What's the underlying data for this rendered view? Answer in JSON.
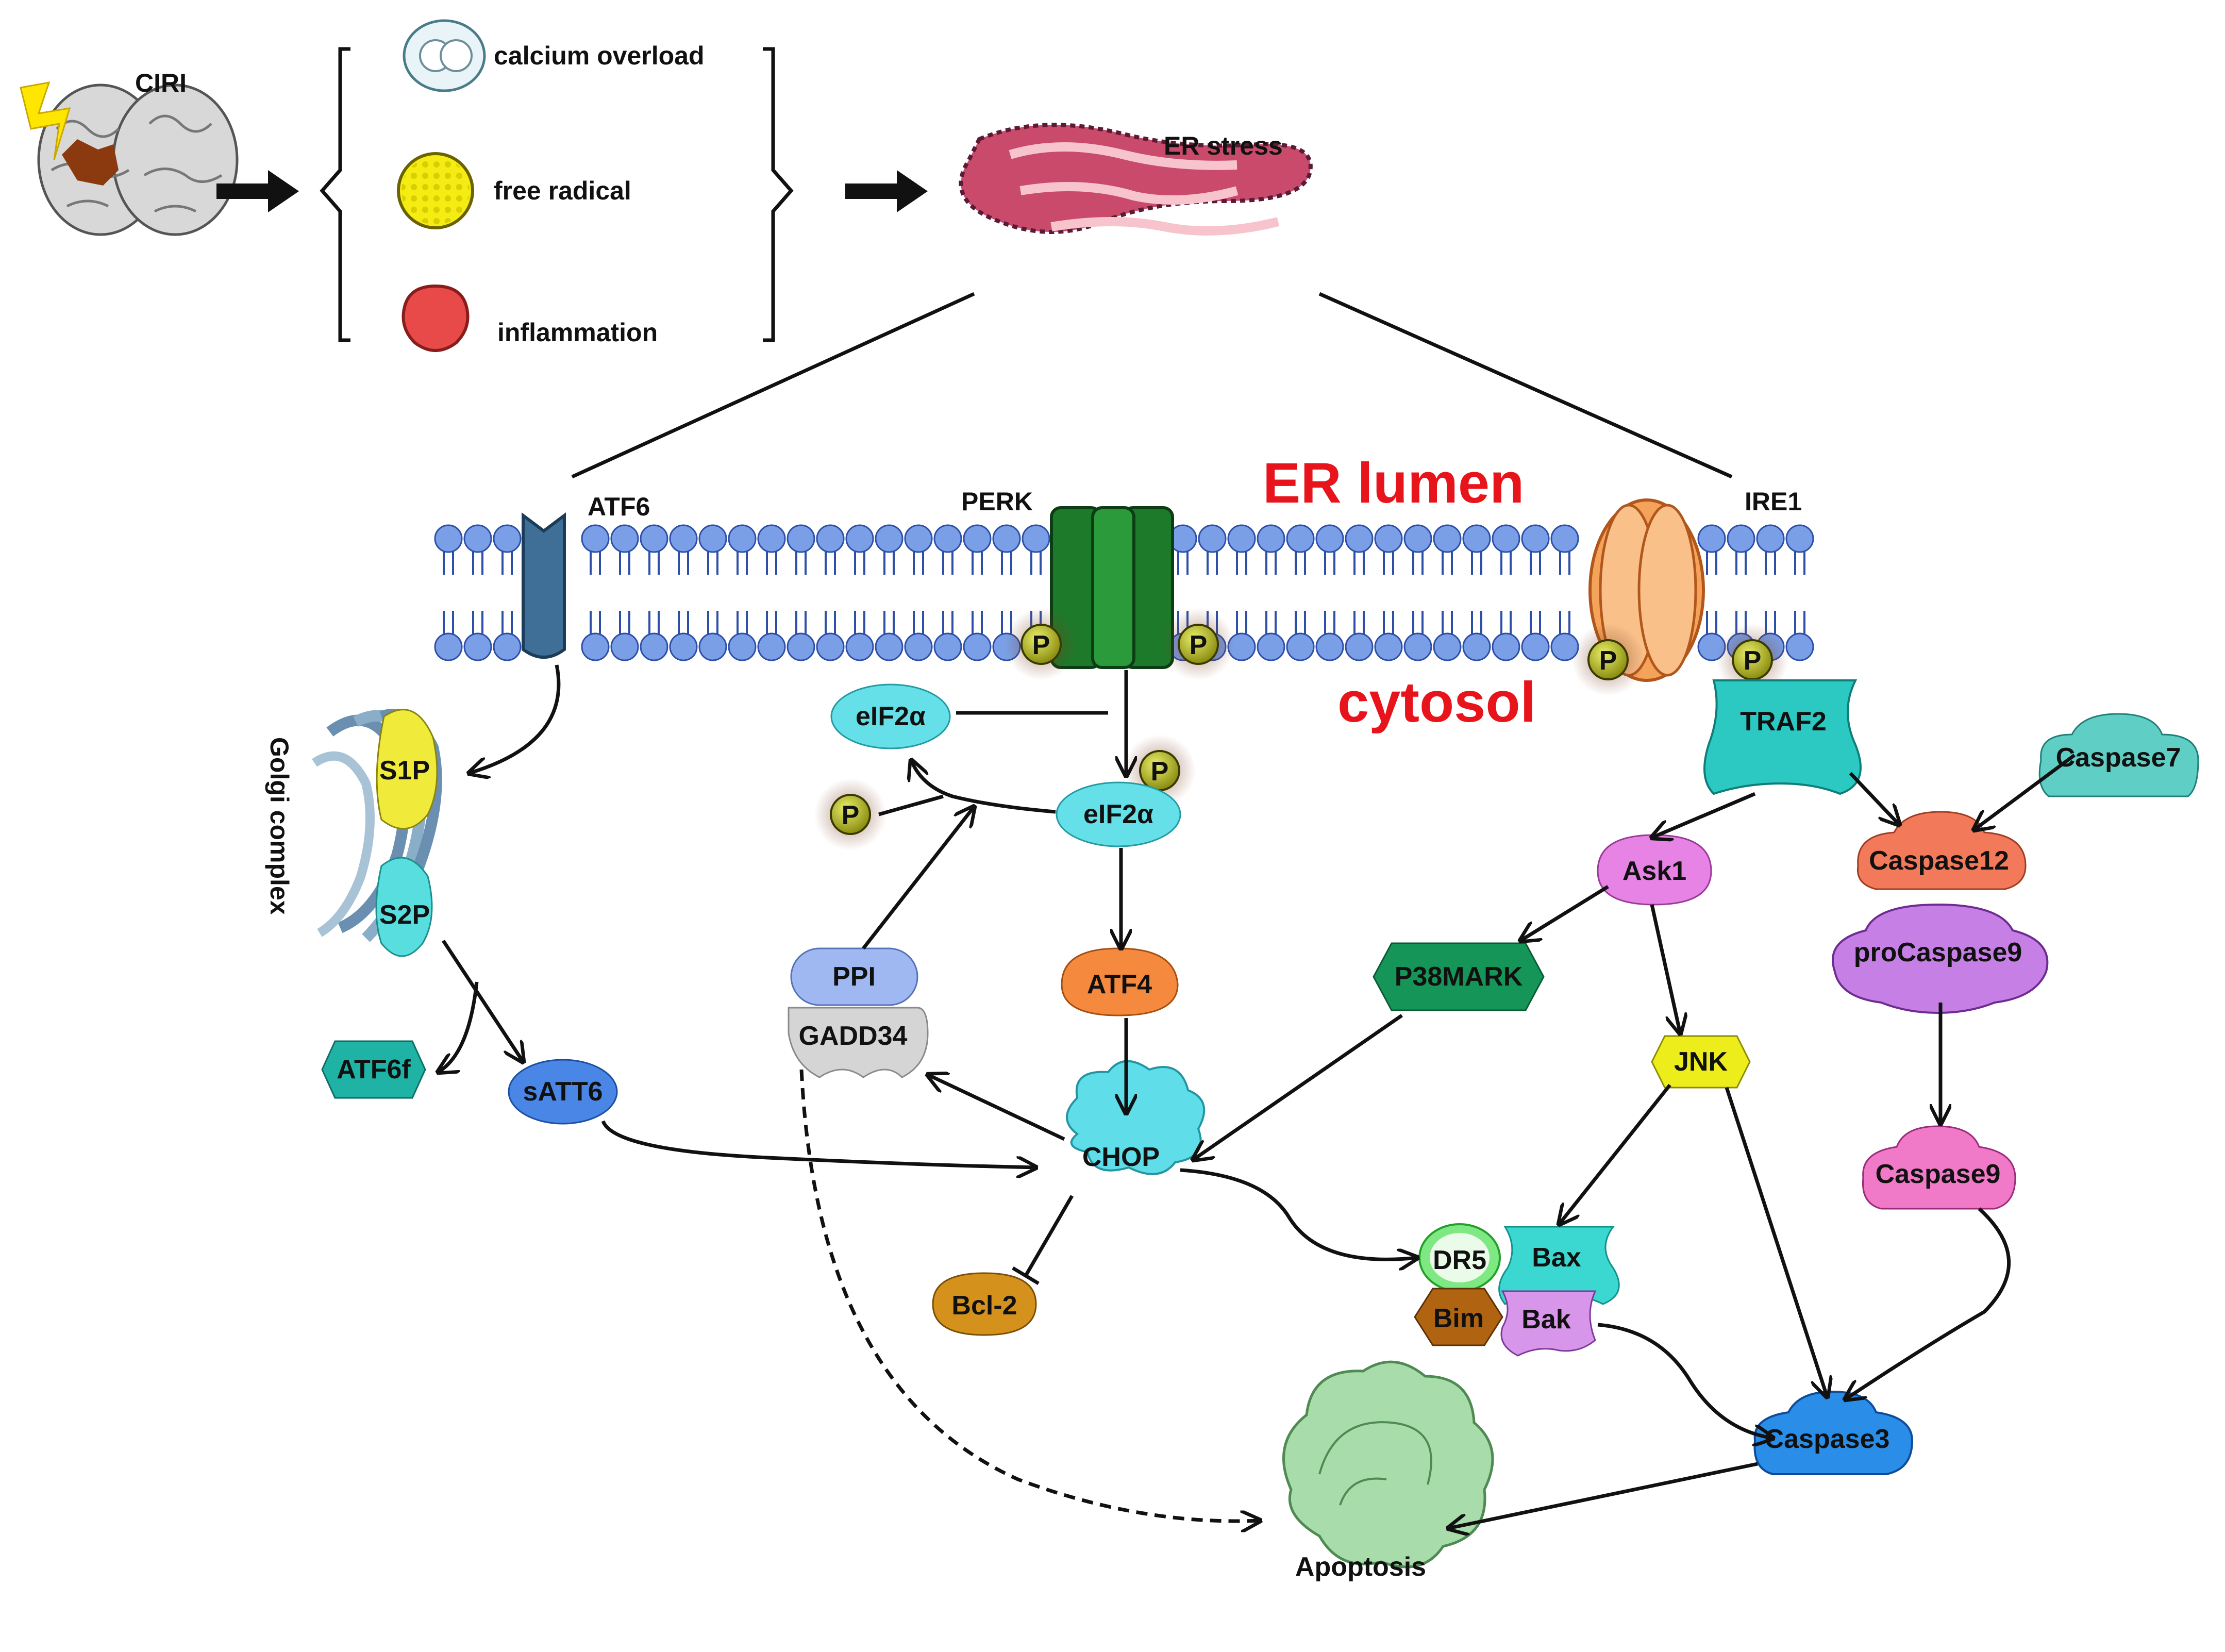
{
  "top": {
    "brain_label": "CIRI",
    "causes": [
      {
        "label": "calcium overload",
        "icon": "calcium-icon"
      },
      {
        "label": "free radical",
        "icon": "free-radical-icon"
      },
      {
        "label": "inflammation",
        "icon": "inflammation-icon"
      }
    ],
    "er_stress_label": "ER stress"
  },
  "membrane": {
    "er_lumen": "ER lumen",
    "cytosol": "cytosol",
    "atf6": "ATF6",
    "perk": "PERK",
    "ire1": "IRE1",
    "phospho": "P"
  },
  "golgi": {
    "label": "Golgi complex",
    "s1p": "S1P",
    "s2p": "S2P"
  },
  "nodes": {
    "eif2a_top": "eIF2α",
    "eif2a_p": "eIF2α",
    "ppi": "PPI",
    "gadd34": "GADD34",
    "atf4": "ATF4",
    "atf6f": "ATF6f",
    "satt6": "sATT6",
    "chop": "CHOP",
    "bcl2": "Bcl-2",
    "traf2": "TRAF2",
    "ask1": "Ask1",
    "p38": "P38MARK",
    "jnk": "JNK",
    "dr5": "DR5",
    "bax": "Bax",
    "bim": "Bim",
    "bak": "Bak",
    "caspase7": "Caspase7",
    "caspase12": "Caspase12",
    "procaspase9": "proCaspase9",
    "caspase9": "Caspase9",
    "caspase3": "Caspase3",
    "apoptosis": "Apoptosis"
  },
  "colors": {
    "er_lumen_text": "#e8141b",
    "membrane_head": "#7b9fe6",
    "atf6_receptor": "#3f6e96",
    "perk_receptor": "#1e7a2b",
    "ire1_receptor": "#f5a25a",
    "phospho": "#b5b82a"
  }
}
